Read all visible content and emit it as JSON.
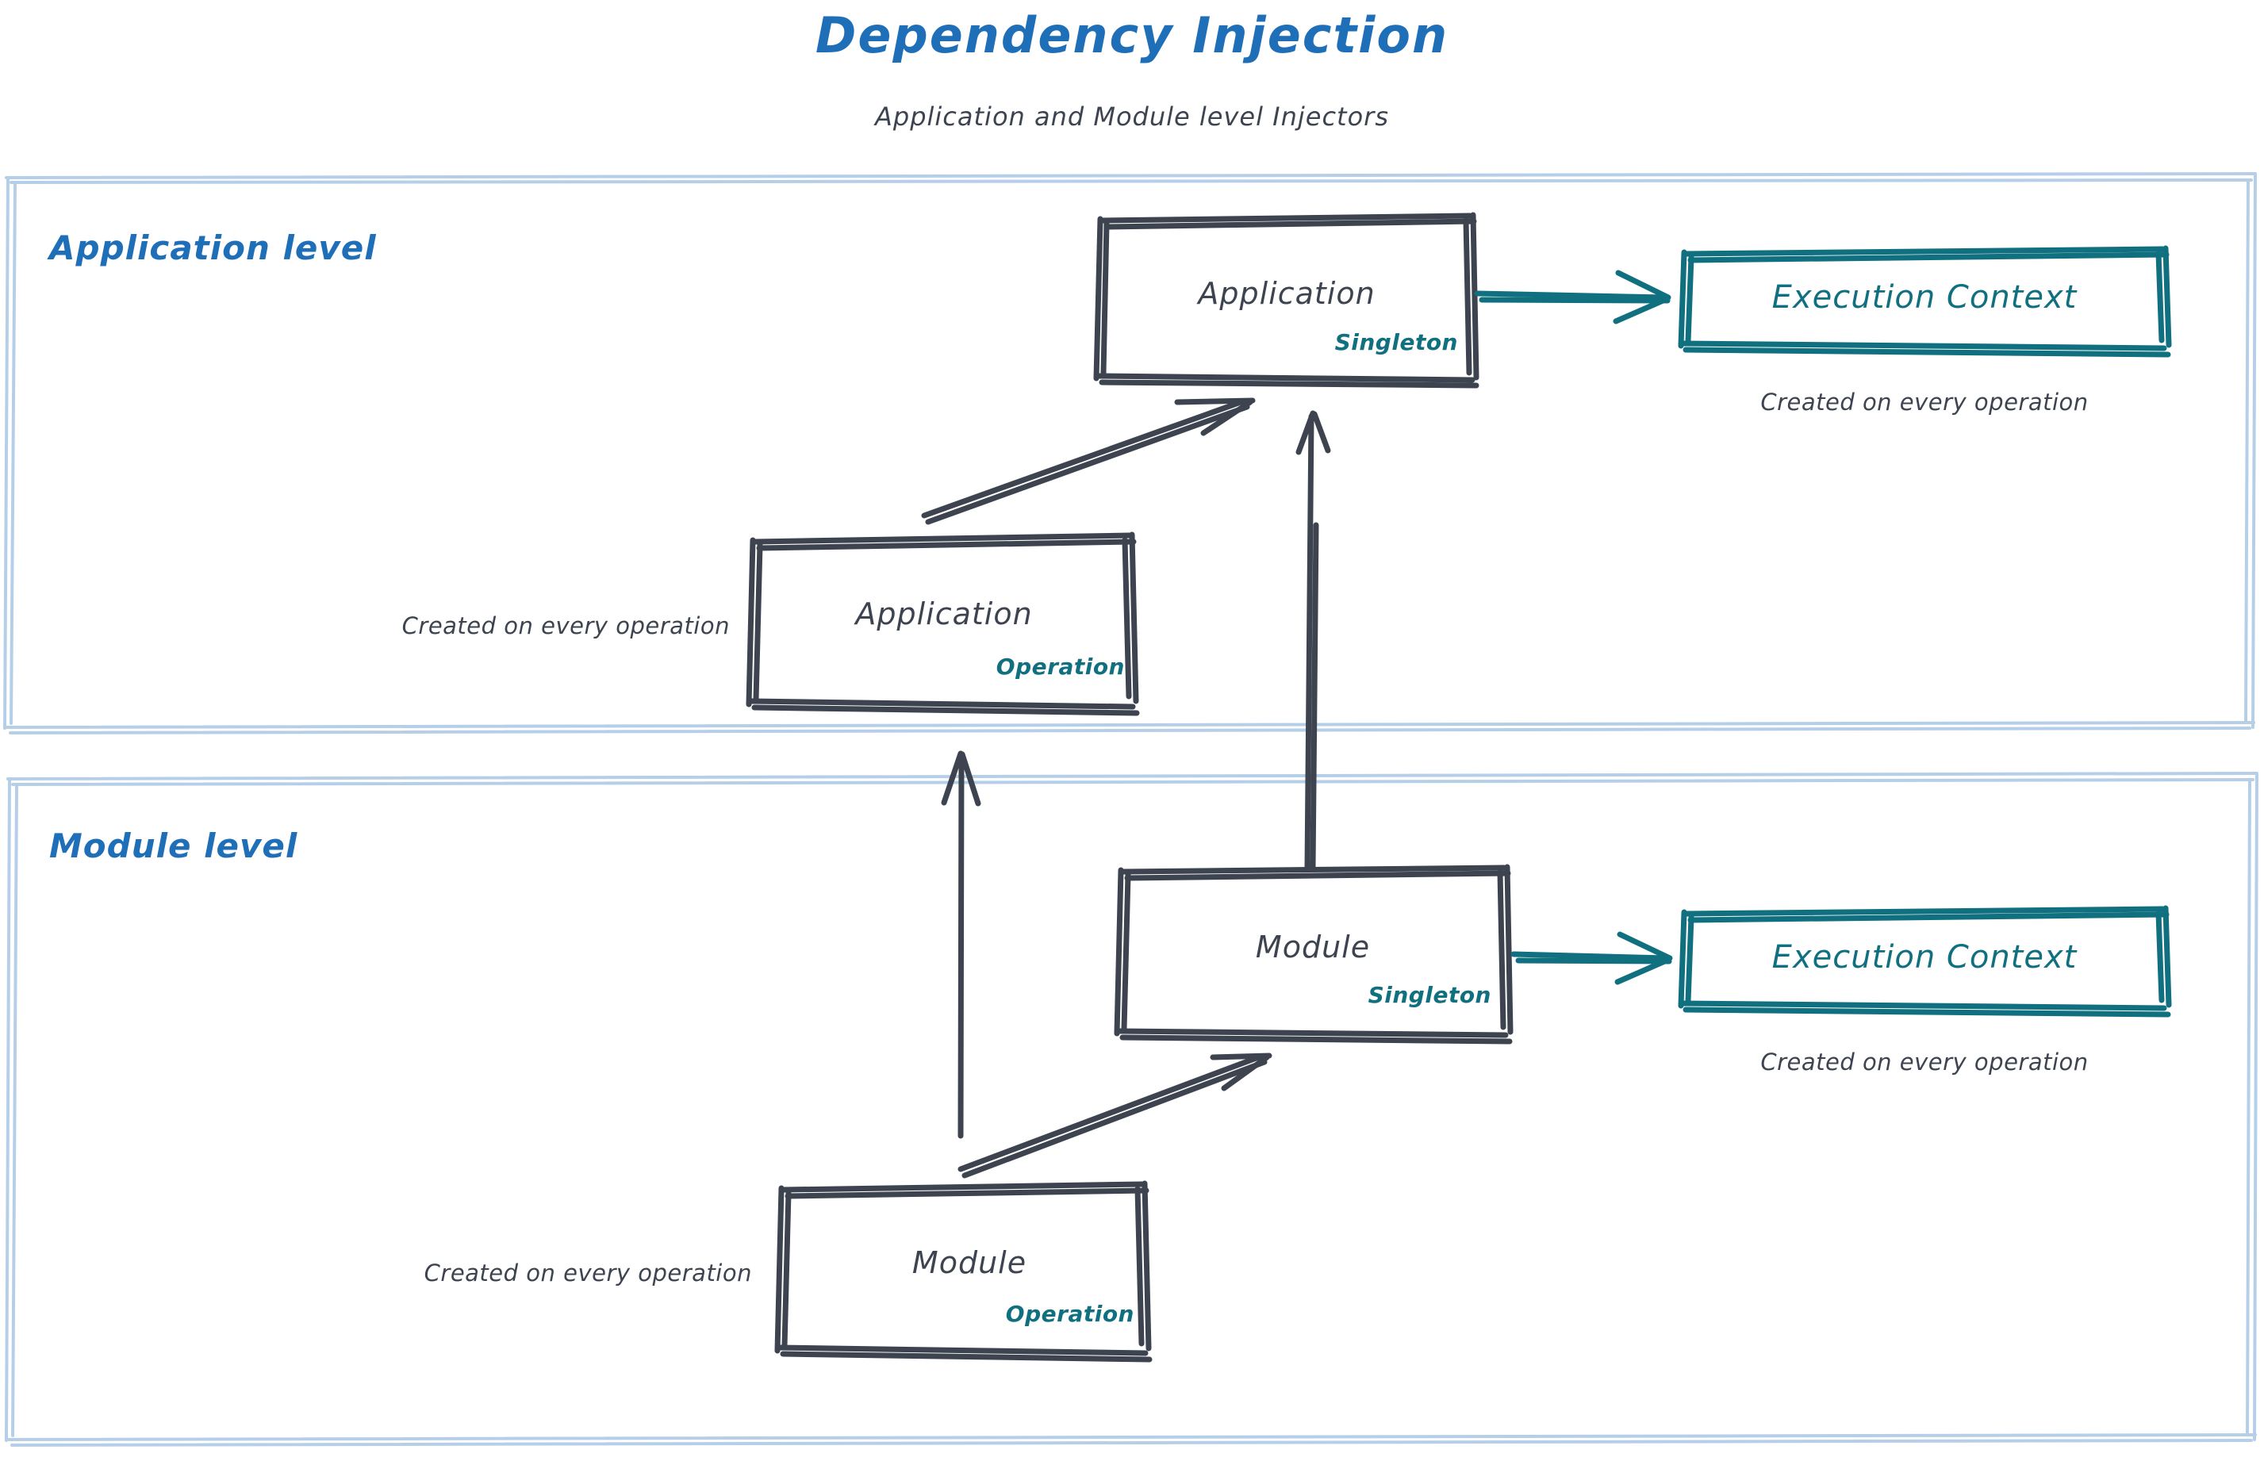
{
  "header": {
    "title": "Dependency Injection",
    "subtitle": "Application and Module level Injectors"
  },
  "colors": {
    "title_blue": "#1f6fb8",
    "group_border_blue": "#b6cfe8",
    "node_stroke_gray": "#3d4450",
    "scope_teal": "#11707f",
    "note_gray": "#3d4450",
    "background": "#ffffff"
  },
  "groups": [
    {
      "id": "application-level",
      "label": "Application level"
    },
    {
      "id": "module-level",
      "label": "Module level"
    }
  ],
  "nodes": {
    "application_singleton": {
      "title": "Application",
      "scope": "Singleton"
    },
    "application_operation": {
      "title": "Application",
      "scope": "Operation",
      "note": "Created on every operation"
    },
    "module_singleton": {
      "title": "Module",
      "scope": "Singleton"
    },
    "module_operation": {
      "title": "Module",
      "scope": "Operation",
      "note": "Created on every operation"
    },
    "execution_context_app": {
      "title": "Execution Context",
      "note": "Created on every operation"
    },
    "execution_context_module": {
      "title": "Execution Context",
      "note": "Created on every operation"
    }
  },
  "edges": [
    {
      "id": "app-singleton-to-exec-context",
      "from": "application_singleton",
      "to": "execution_context_app",
      "color": "#11707f"
    },
    {
      "id": "app-operation-to-app-singleton",
      "from": "application_operation",
      "to": "application_singleton",
      "color": "#3d4450"
    },
    {
      "id": "module-singleton-to-app-singleton",
      "from": "module_singleton",
      "to": "application_singleton",
      "color": "#3d4450"
    },
    {
      "id": "module-singleton-to-exec-context",
      "from": "module_singleton",
      "to": "execution_context_module",
      "color": "#11707f"
    },
    {
      "id": "module-operation-to-module-singleton",
      "from": "module_operation",
      "to": "module_singleton",
      "color": "#3d4450"
    },
    {
      "id": "module-operation-to-app-operation",
      "from": "module_operation",
      "to": "application_operation",
      "color": "#3d4450"
    }
  ]
}
